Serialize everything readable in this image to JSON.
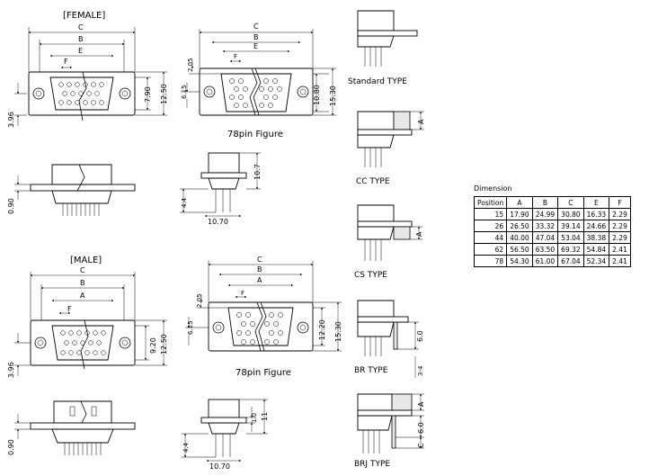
{
  "labels": {
    "female": "[FEMALE]",
    "male": "[MALE]",
    "pin78_figure_top": "78pin Figure",
    "pin78_figure_bottom": "78pin Figure",
    "standard_type": "Standard TYPE",
    "cc_type": "CC TYPE",
    "cs_type": "CS TYPE",
    "br_type": "BR TYPE",
    "brj_type": "BRJ TYPE"
  },
  "dims": {
    "c": "C",
    "b": "B",
    "e": "E",
    "f": "F",
    "a": "A",
    "d790": "7.90",
    "d1250": "12.50",
    "d396": "3.96",
    "d090": "0.90",
    "d205": "2.05",
    "d615": "6.15",
    "d1080": "10.80",
    "d1530": "15.30",
    "d107": "10.7",
    "d44": "4.4",
    "d1070": "10.70",
    "d920": "9.20",
    "d1220": "12.20",
    "d10": "1.0",
    "d11": "11",
    "d60": "6.0",
    "d34": "3-4"
  },
  "table": {
    "title": "Dimension",
    "headers": [
      "Position",
      "A",
      "B",
      "C",
      "E",
      "F"
    ],
    "rows": [
      [
        "15",
        "17.90",
        "24.99",
        "30.80",
        "16.33",
        "2.29"
      ],
      [
        "26",
        "26.50",
        "33.32",
        "39.14",
        "24.66",
        "2.29"
      ],
      [
        "44",
        "40.00",
        "47.04",
        "53.04",
        "38.38",
        "2.29"
      ],
      [
        "62",
        "56.50",
        "63.50",
        "69.32",
        "54.84",
        "2.41"
      ],
      [
        "78",
        "54.30",
        "61.00",
        "67.04",
        "52.34",
        "2.41"
      ]
    ]
  }
}
